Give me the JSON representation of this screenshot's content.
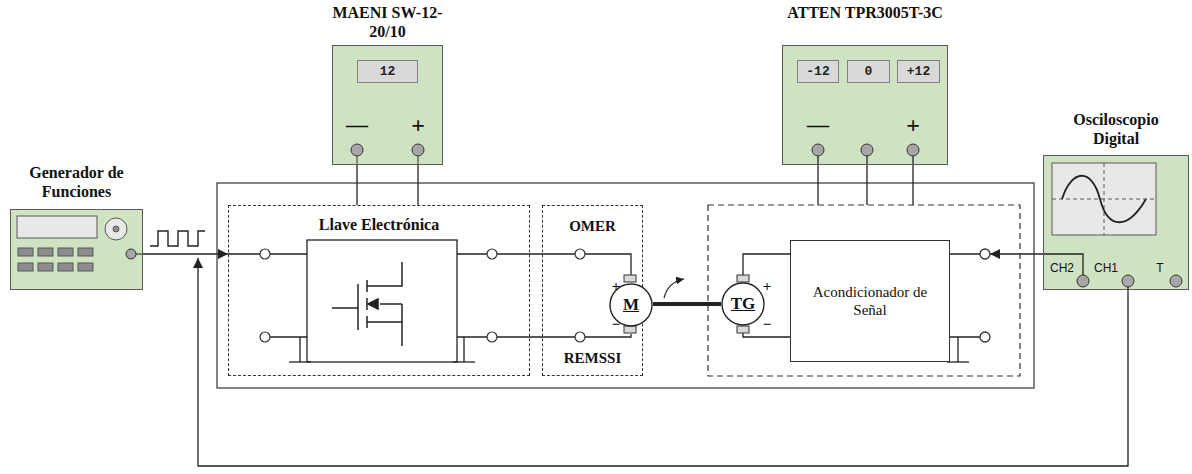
{
  "diagram": {
    "nodes": [
      {
        "text": [
          "Generador de Funciones"
        ]
      },
      {
        "text": [
          "MAENI SW-12-20/10"
        ]
      },
      {
        "text": [
          "12"
        ],
        "in": 1
      },
      {
        "text": [
          "ATTEN TPR3005T-3C"
        ]
      },
      {
        "text": [
          "-12"
        ],
        "in": 3
      },
      {
        "text": [
          "0"
        ],
        "in": 3
      },
      {
        "text": [
          "+12"
        ],
        "in": 3
      },
      {
        "text": [
          "Osciloscopio Digital"
        ]
      },
      {
        "text": [
          "Llave Electrónica"
        ]
      },
      {
        "text": [
          "OMER",
          "REMSSI"
        ]
      },
      {
        "text": [
          "Acondicionador de Señal"
        ]
      },
      {
        "text": [
          "M"
        ],
        "in": 9
      },
      {
        "text": [
          "TG"
        ]
      }
    ],
    "edges": [
      {
        "from": 0,
        "to": 8,
        "arrow": "to"
      },
      {
        "from": 1,
        "to": 8,
        "arrow": "none"
      },
      {
        "from": 1,
        "to": 8,
        "arrow": "none"
      },
      {
        "from": 8,
        "to": 11,
        "arrow": "none"
      },
      {
        "from": 8,
        "to": 11,
        "arrow": "none"
      },
      {
        "from": 11,
        "to": 12,
        "arrow": "none"
      },
      {
        "from": 12,
        "to": 10,
        "arrow": "none"
      },
      {
        "from": 12,
        "to": 10,
        "arrow": "none"
      },
      {
        "from": 7,
        "to": 10,
        "arrow": "to"
      },
      {
        "from": 7,
        "to": 0,
        "arrow": "to"
      }
    ],
    "labels": [
      "—",
      "+",
      "—",
      "+",
      "+",
      "−",
      "+",
      "−",
      "CH2",
      "CH1",
      "T"
    ]
  }
}
